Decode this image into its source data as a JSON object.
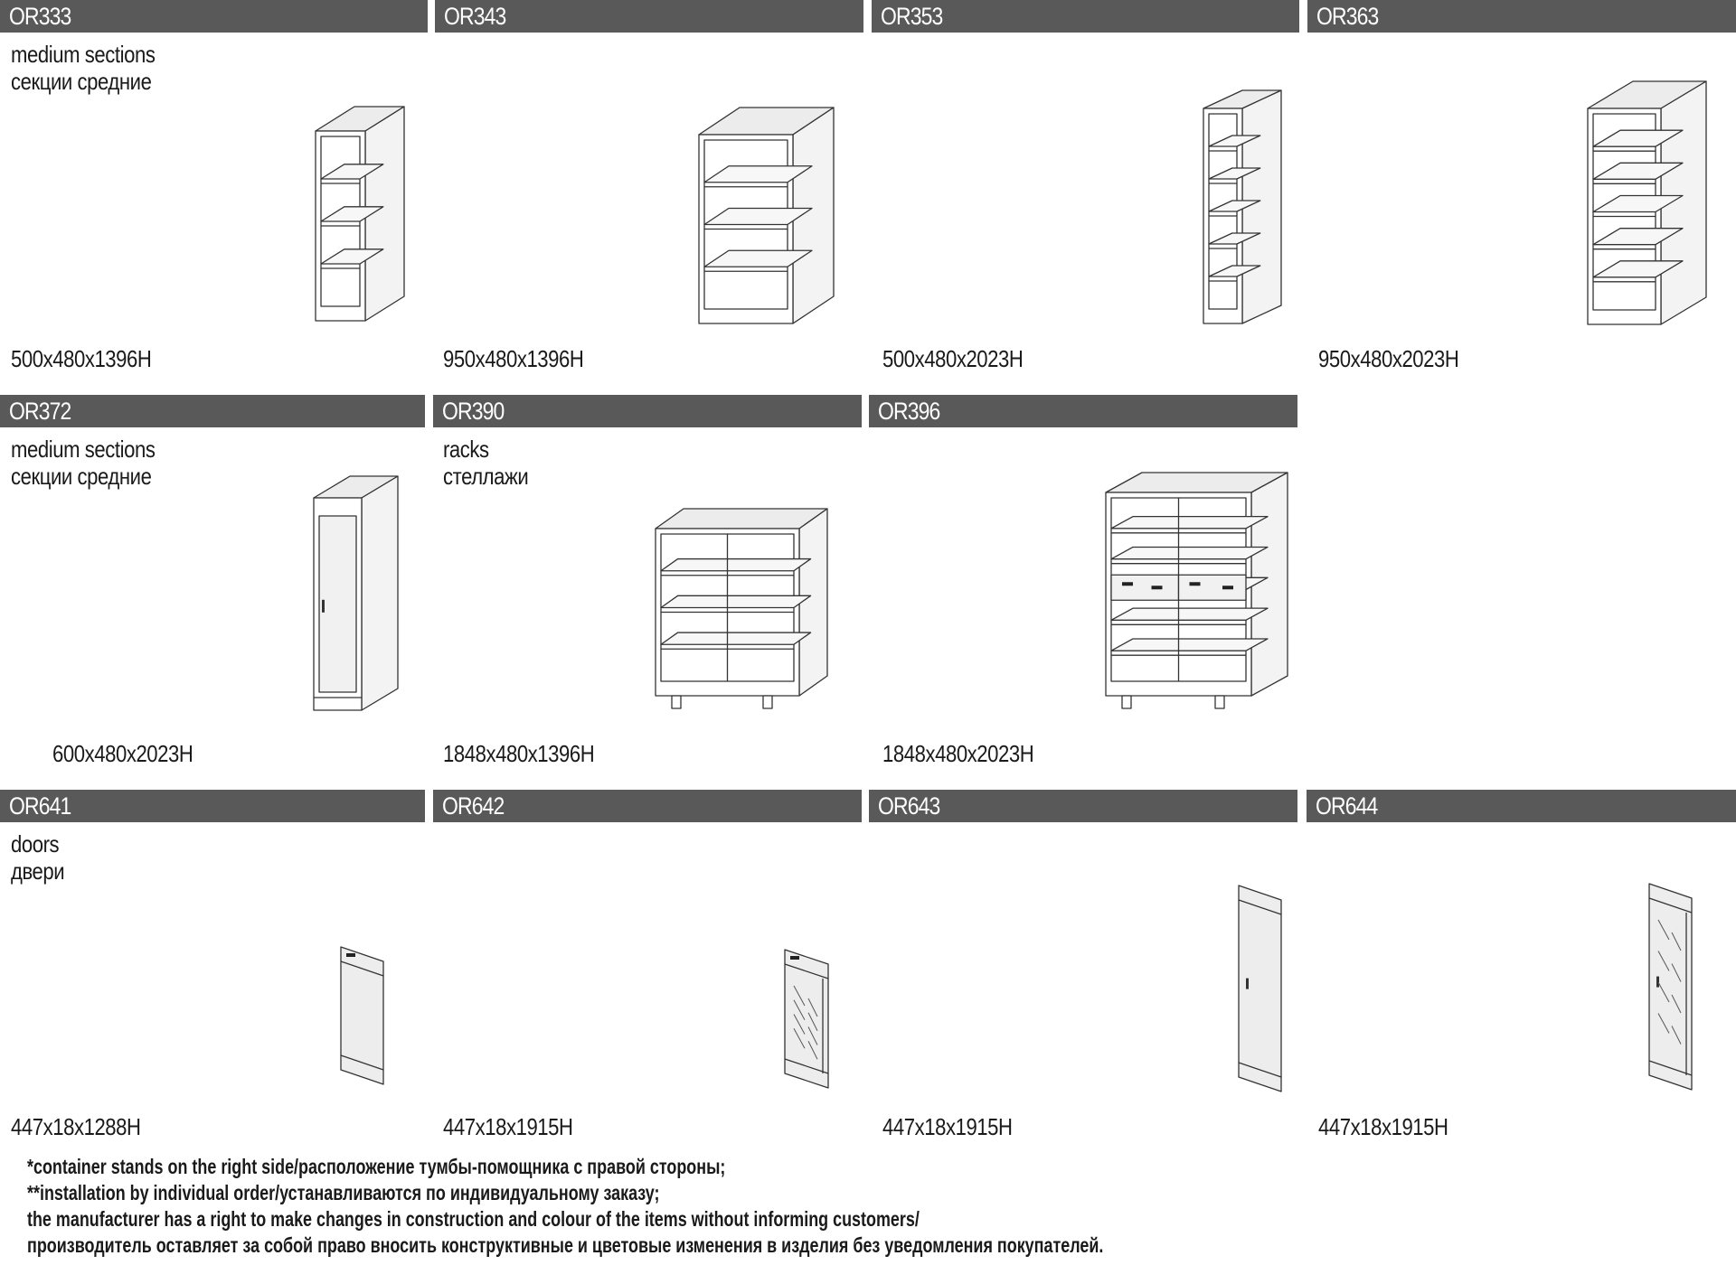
{
  "cells": [
    {
      "code": "OR333",
      "desc": [
        "medium sections",
        "секции средние"
      ],
      "dims": "500x480x1396H"
    },
    {
      "code": "OR343",
      "desc": [],
      "dims": "950x480x1396H"
    },
    {
      "code": "OR353",
      "desc": [],
      "dims": "500x480x2023H"
    },
    {
      "code": "OR363",
      "desc": [],
      "dims": "950x480x2023H"
    },
    {
      "code": "OR372",
      "desc": [
        "medium sections",
        "секции средние"
      ],
      "dims": "600x480x2023H"
    },
    {
      "code": "OR390",
      "desc": [
        "racks",
        "стеллажи"
      ],
      "dims": "1848x480x1396H"
    },
    {
      "code": "OR396",
      "desc": [],
      "dims": "1848x480x2023H"
    },
    {
      "code": "OR641",
      "desc": [
        "doors",
        "двери"
      ],
      "dims": "447x18x1288H"
    },
    {
      "code": "OR642",
      "desc": [],
      "dims": "447x18x1915H"
    },
    {
      "code": "OR643",
      "desc": [],
      "dims": "447x18x1915H"
    },
    {
      "code": "OR644",
      "desc": [],
      "dims": "447x18x1915H"
    }
  ],
  "footer": [
    "*container stands on the right side/расположение тумбы-помощника с правой стороны;",
    "**installation by individual order/устанавливаются по индивидуальному заказу;",
    "the manufacturer has a right to make changes in construction and colour of the items without informing customers/",
    "производитель оставляет за собой право вносить конструктивные и цветовые изменения в изделия без уведомления покупателей."
  ],
  "colors": {
    "header_bg": "#595959",
    "header_text": "#ffffff"
  }
}
